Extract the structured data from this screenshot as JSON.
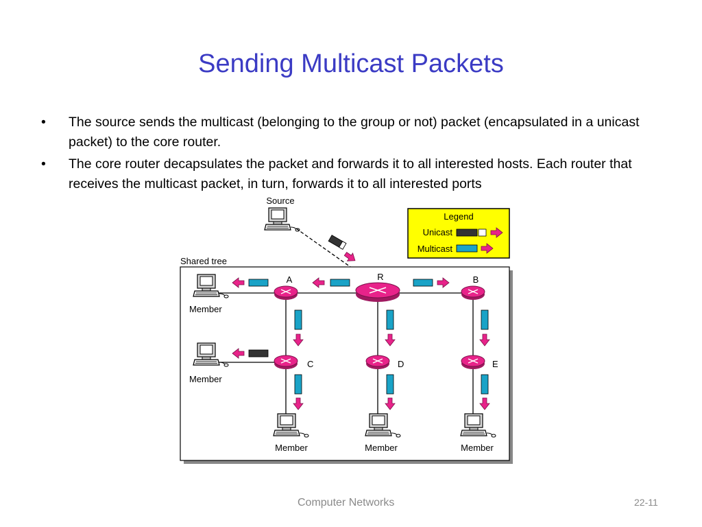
{
  "slide": {
    "title": "Sending Multicast Packets",
    "bullet_marker": "•",
    "bullets": [
      "The source sends the multicast (belonging to the group or not) packet (encapsulated in a unicast packet) to the core router.",
      " The core router decapsulates the packet and forwards it to all interested hosts. Each router that receives the multicast packet, in turn, forwards it to all interested ports"
    ],
    "footer": "Computer Networks",
    "page_number": "22-11"
  },
  "diagram": {
    "source_label": "Source",
    "shared_tree_label": "Shared tree",
    "legend": {
      "title": "Legend",
      "unicast": "Unicast",
      "multicast": "Multicast"
    },
    "routers": {
      "r": "R",
      "a": "A",
      "b": "B",
      "c": "C",
      "d": "D",
      "e": "E"
    },
    "member_label": "Member",
    "colors": {
      "router": "#e8238a",
      "multicast_packet": "#1aa3c7",
      "unicast_packet": "#333333",
      "arrow": "#e8238a",
      "legend_bg": "#ffff00",
      "title": "#3b3bc4"
    }
  }
}
